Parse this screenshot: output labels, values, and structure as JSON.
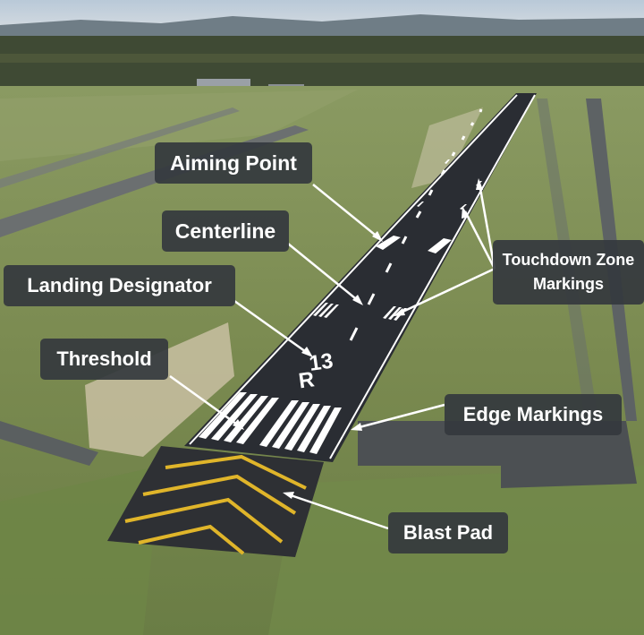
{
  "annotations": {
    "aiming_point": "Aiming Point",
    "centerline": "Centerline",
    "landing_designator": "Landing Designator",
    "threshold": "Threshold",
    "touchdown_zone_line1": "Touchdown Zone",
    "touchdown_zone_line2": "Markings",
    "edge_markings": "Edge Markings",
    "blast_pad": "Blast Pad"
  },
  "runway_designator": {
    "number": "13",
    "suffix": "R"
  },
  "colors": {
    "sky": "#c6d3df",
    "grass": "#7d8a55",
    "runway": "#2a2d33",
    "marking": "#ffffff",
    "blast_pad_chevron": "#e0b52a",
    "label_background": "#34383e"
  }
}
